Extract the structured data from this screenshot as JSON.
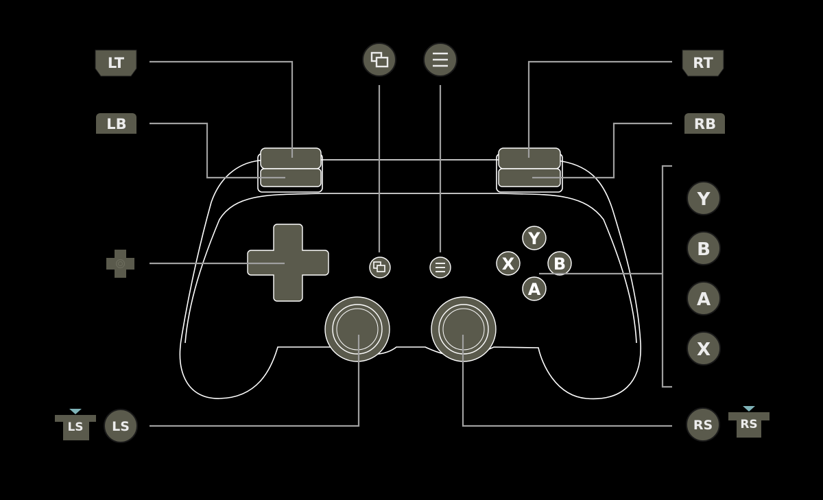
{
  "labels": {
    "lt": "LT",
    "lb": "LB",
    "rt": "RT",
    "rb": "RB",
    "ls": "LS",
    "rs": "RS",
    "ls_press": "LS",
    "rs_press": "RS"
  },
  "face_legend": [
    "Y",
    "B",
    "A",
    "X"
  ],
  "face_on_controller": {
    "y": "Y",
    "x": "X",
    "b": "B",
    "a": "A"
  },
  "icons": {
    "view": "view-icon",
    "menu": "menu-icon",
    "dpad": "dpad-icon",
    "stick_press": "stick-press-icon"
  },
  "colors": {
    "background": "#000000",
    "chip_fill": "#5a5a4c",
    "chip_text": "#ececec",
    "outline": "#ffffff",
    "leader": "#9a9a9a",
    "accent": "#7fb3b8"
  }
}
